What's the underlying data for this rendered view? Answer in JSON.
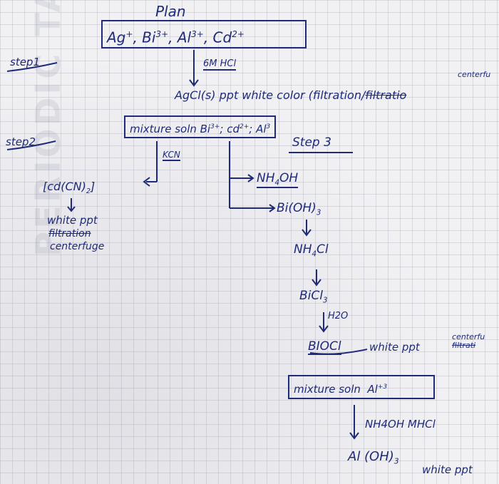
{
  "title": "Plan",
  "ions": [
    "Ag",
    "+",
    "Bi",
    "3+",
    "Al",
    "3+",
    "Cd",
    "2+"
  ],
  "step1": {
    "label": "step1",
    "reagent": "6M HCl",
    "product": "AgCl(s) ppt white color (filtration/",
    "note_struck": "filtratio",
    "note": "centerfu"
  },
  "step2": {
    "label": "step2",
    "mixture": "mixture soln Bi",
    "mixture_ions": [
      "3+",
      "cd",
      "2+",
      "Al",
      "3"
    ],
    "reagent": "KCN",
    "product": "[cd(CN)",
    "product_sub": "2",
    "product_end": "]",
    "ppt": "white ppt",
    "struck": "filtration",
    "centrifuge": "centerfuge"
  },
  "step3": {
    "label": "Step 3",
    "reagent": "NH",
    "reagent_sub": "4",
    "reagent_end": "OH",
    "product": "Bi(OH)",
    "product_sub": "3",
    "after1": "NH",
    "after1_sub": "4",
    "after1_end": "Cl",
    "after2": "BiCl",
    "after2_sub": "3",
    "water": "H2O",
    "bioci": "BIOCl",
    "bioci_note": "white ppt",
    "bioci_extra": "centerfu",
    "bioci_struck": "filtrati"
  },
  "final": {
    "mixture": "mixture soln",
    "ion": "Al",
    "ion_charge": "+3",
    "reagent": "NH4OH",
    "reagent2": "MHCl",
    "product": "Al (OH)",
    "product_sub": "3",
    "product_note": "white ppt"
  },
  "watermark": "PERIODIC TABLE"
}
